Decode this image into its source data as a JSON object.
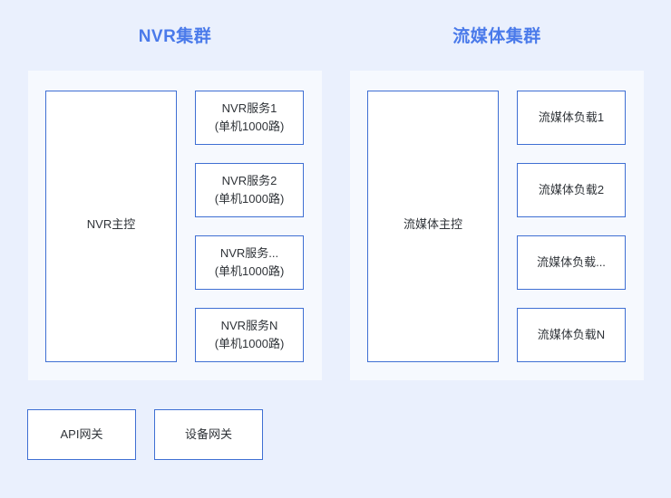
{
  "page": {
    "background_color": "#eaf0fd",
    "panel_color": "#f6f9fe",
    "accent_color": "#4a7aea",
    "border_color": "#3f6fd3",
    "text_color": "#2f3338"
  },
  "clusters": [
    {
      "id": "nvr",
      "title": "NVR集群",
      "master": {
        "label": "NVR主控"
      },
      "nodes": [
        {
          "label": "NVR服务1\n(单机1000路)"
        },
        {
          "label": "NVR服务2\n(单机1000路)"
        },
        {
          "label": "NVR服务...\n(单机1000路)"
        },
        {
          "label": "NVR服务N\n(单机1000路)"
        }
      ]
    },
    {
      "id": "media",
      "title": "流媒体集群",
      "master": {
        "label": "流媒体主控"
      },
      "nodes": [
        {
          "label": "流媒体负载1"
        },
        {
          "label": "流媒体负载2"
        },
        {
          "label": "流媒体负载..."
        },
        {
          "label": "流媒体负载N"
        }
      ]
    }
  ],
  "gateways": [
    {
      "label": "API网关"
    },
    {
      "label": "设备网关"
    }
  ]
}
